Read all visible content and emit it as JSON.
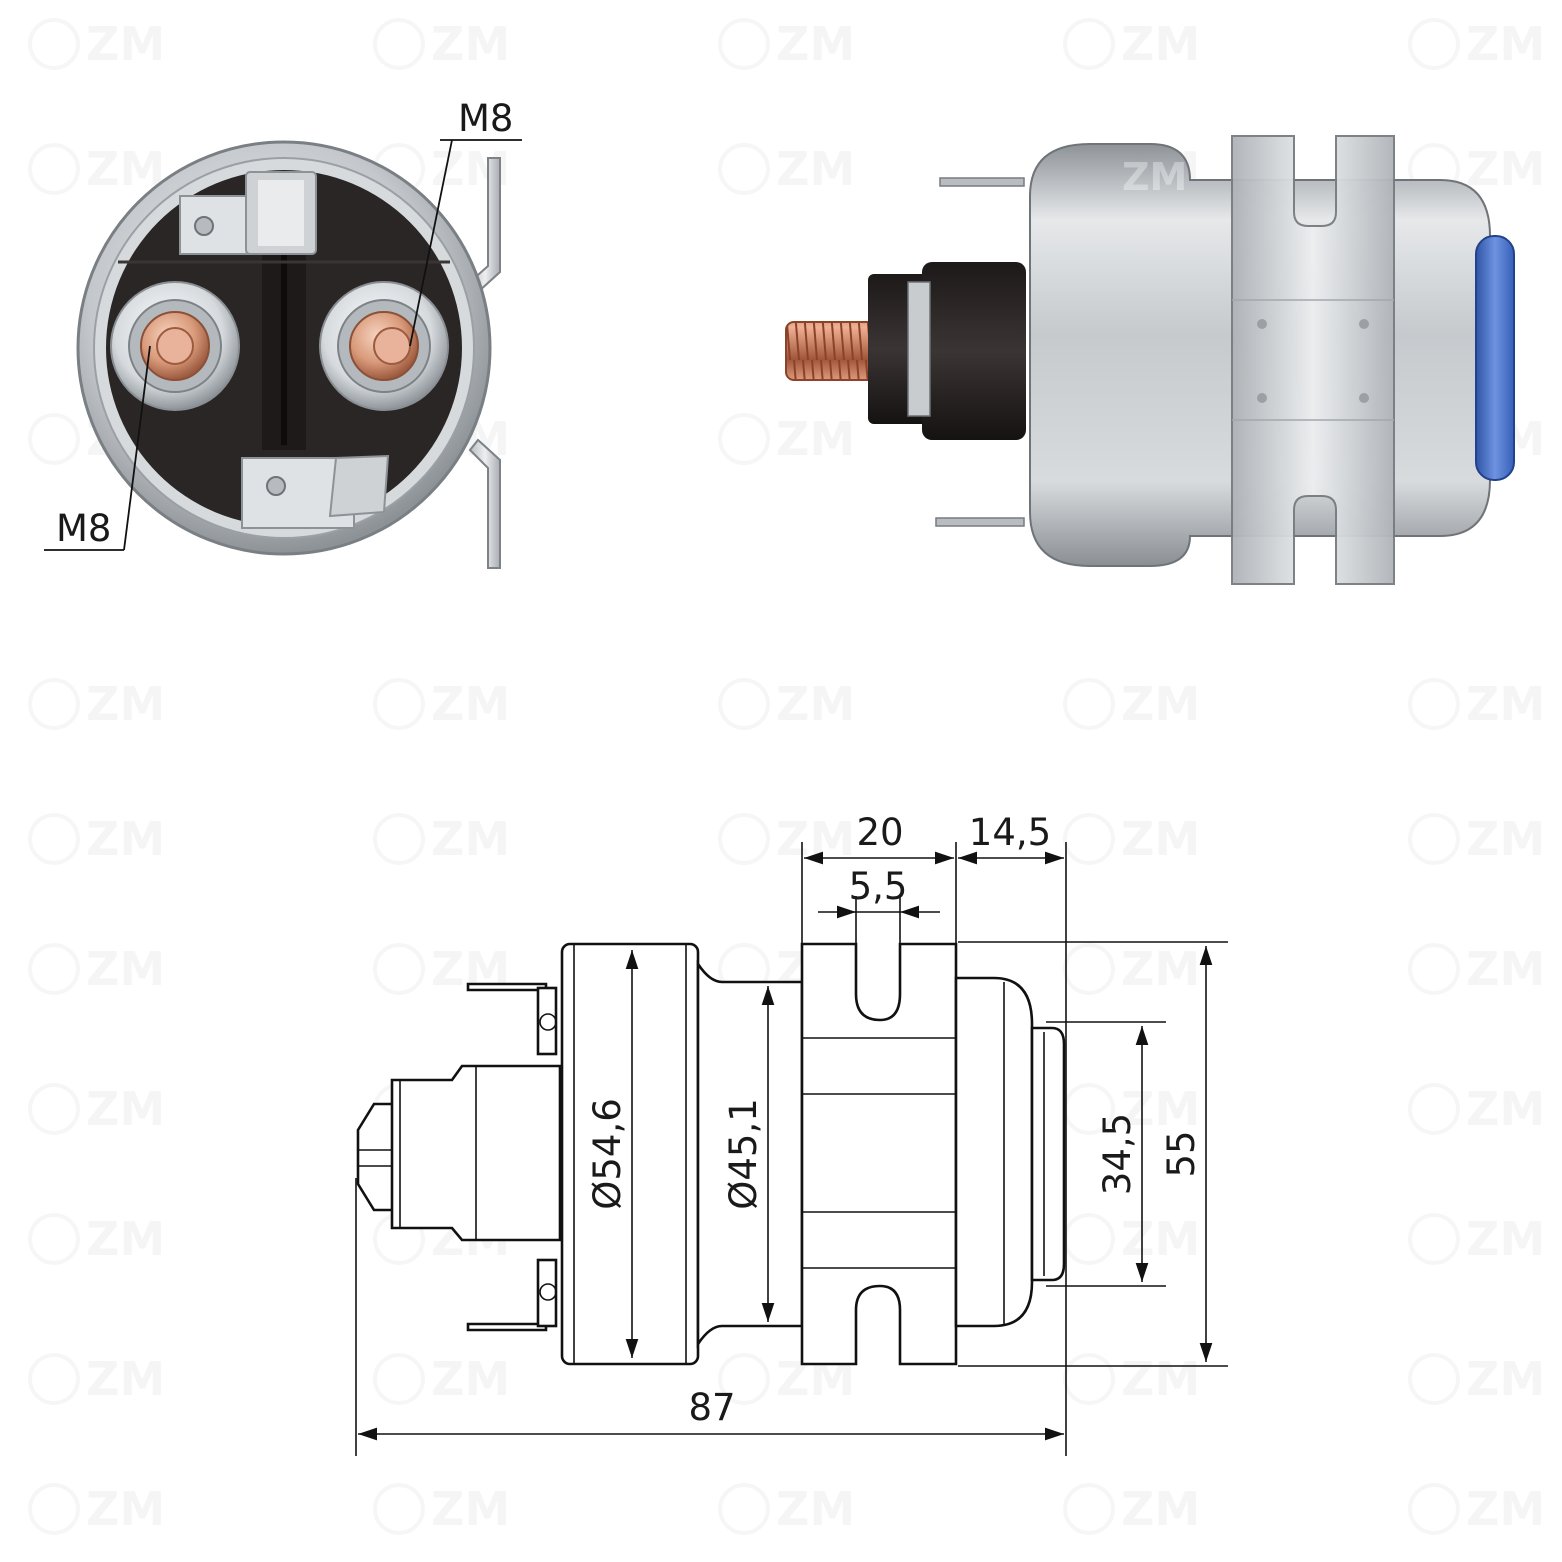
{
  "watermark": {
    "text": "ZM"
  },
  "photo_end": {
    "labels": {
      "terminal_left": "M8",
      "terminal_right": "M8"
    },
    "colors": {
      "housing": "#c4c8cc",
      "insulator": "#2b2626",
      "copper": "#d99a7a",
      "bracket": "#d3d6d9"
    }
  },
  "photo_side": {
    "badge": "ZM",
    "colors": {
      "housing": "#c6cacd",
      "cap": "#4f74c8",
      "insulator": "#2b2626",
      "copper": "#cf7d5e"
    }
  },
  "drawing": {
    "dimensions": {
      "slot_span": "20",
      "rear_offset": "14,5",
      "slot_width": "5,5",
      "flange_diameter": "Ø54,6",
      "body_diameter": "Ø45,1",
      "cap_height": "34,5",
      "total_height": "55",
      "total_length": "87"
    }
  }
}
